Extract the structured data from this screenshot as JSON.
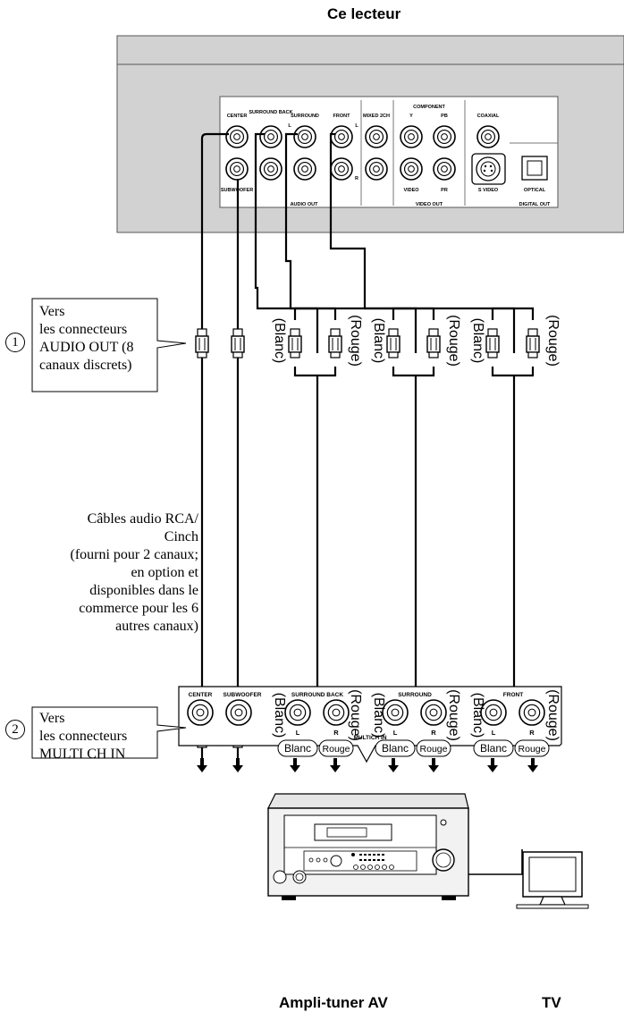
{
  "player": {
    "title": "Ce lecteur",
    "panel": {
      "center": "CENTER",
      "surround_back": "SURROUND BACK",
      "surround": "SURROUND",
      "front": "FRONT",
      "mixed_2ch": "MIXED 2CH",
      "component": "COMPONENT",
      "y": "Y",
      "pb": "PB",
      "pr": "PR",
      "coaxial": "COAXIAL",
      "subwoofer": "SUBWOOFER",
      "audio_out": "AUDIO OUT",
      "video": "VIDEO",
      "s_video": "S VIDEO",
      "optical": "OPTICAL",
      "video_out": "VIDEO OUT",
      "digital_out": "DIGITAL OUT",
      "l": "L",
      "r": "R"
    }
  },
  "callout1": {
    "number": "1",
    "lines": [
      "Vers",
      "les connecteurs",
      "AUDIO OUT (8",
      "canaux discrets)"
    ]
  },
  "callout2": {
    "number": "2",
    "lines": [
      "Vers",
      "les connecteurs",
      "MULTI CH IN"
    ]
  },
  "cable_note": {
    "lines": [
      "Câbles audio RCA/",
      "Cinch",
      "(fourni pour 2 canaux;",
      "en option et",
      "disponibles dans le",
      "commerce pour les 6",
      "autres canaux)"
    ]
  },
  "plug_labels": {
    "white": "(Blanc)",
    "red": "(Rouge)"
  },
  "receiver_panel": {
    "center": "CENTER",
    "subwoofer": "SUBWOOFER",
    "surround_back": "SURROUND BACK",
    "surround": "SURROUND",
    "front": "FRONT",
    "l": "L",
    "r": "R",
    "blanc": "Blanc",
    "rouge": "Rouge",
    "multich_in": "MULTICH IN"
  },
  "devices": {
    "av_receiver": "Ampli-tuner AV",
    "tv": "TV"
  }
}
